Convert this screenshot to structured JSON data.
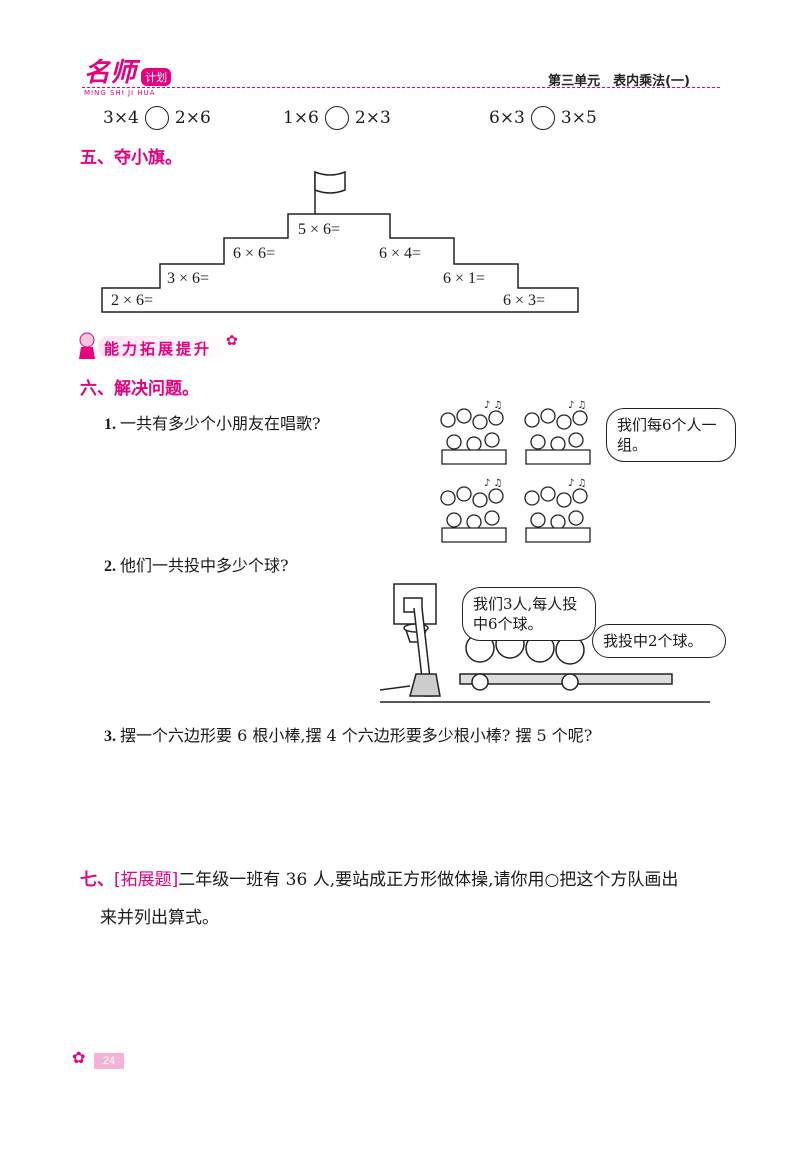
{
  "header": {
    "logo_text": "名师",
    "logo_tag": "计划",
    "logo_pinyin": "MING SHI JI HUA",
    "unit_title": "第三单元　表内乘法(一)",
    "accent_color": "#e4007f"
  },
  "compare": {
    "items": [
      {
        "left": "3×4",
        "right": "2×6"
      },
      {
        "left": "1×6",
        "right": "2×3"
      },
      {
        "left": "6×3",
        "right": "3×5"
      }
    ]
  },
  "section5": {
    "title": "五、夺小旗。",
    "steps": [
      "2 × 6=",
      "3 × 6=",
      "6 × 6=",
      "5 × 6=",
      "6 × 4=",
      "6 × 1=",
      "6 × 3="
    ]
  },
  "banner": {
    "text": "能力拓展提升"
  },
  "section6": {
    "title": "六、解决问题。",
    "problems": [
      {
        "num": "1.",
        "text": "一共有多少个小朋友在唱歌?"
      },
      {
        "num": "2.",
        "text": "他们一共投中多少个球?"
      },
      {
        "num": "3.",
        "text": "摆一个六边形要 6 根小棒,摆 4 个六边形要多少根小棒?  摆 5 个呢?"
      }
    ],
    "bubble1": "我们每6个人一组。",
    "bubble2": "我们3人,每人投中6个球。",
    "bubble3": "我投中2个球。"
  },
  "section7": {
    "label": "七、",
    "tag": "[拓展题]",
    "line1": "二年级一班有 36 人,要站成正方形做体操,请你用○把这个方队画出",
    "line2": "来并列出算式。"
  },
  "footer": {
    "page_number": "24"
  }
}
